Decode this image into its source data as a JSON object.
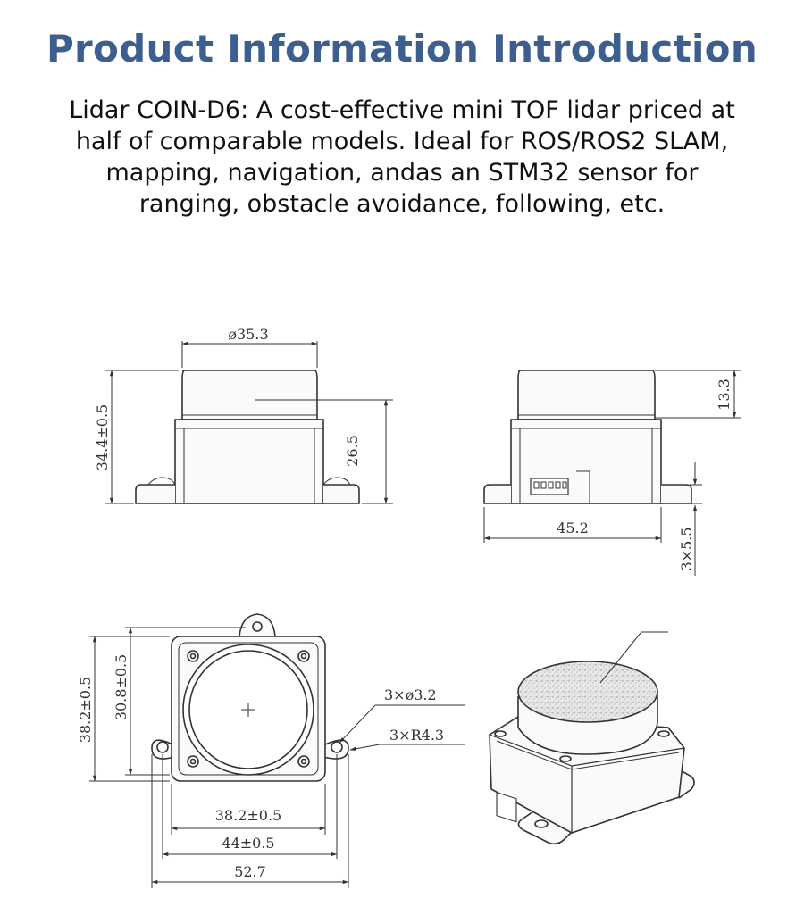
{
  "title": "Product Information Introduction",
  "description_lines": [
    "Lidar COIN-D6: A cost-effective mini TOF lidar priced at",
    "half of comparable models. Ideal for ROS/ROS2 SLAM,",
    "mapping, navigation, andas an STM32 sensor for",
    "ranging, obstacle avoidance, following, etc."
  ],
  "dimensions": {
    "front_diameter": "ø35.3",
    "front_height_total": "34.4±0.5",
    "front_body_height": "26.5",
    "side_cap_height": "13.3",
    "side_width": "45.2",
    "side_foot": "3×5.5",
    "top_hole": "3×ø3.2",
    "top_radius": "3×R4.3",
    "top_height_outer": "38.2±0.5",
    "top_height_inner": "30.8±0.5",
    "top_width_inner": "38.2±0.5",
    "top_width_mid": "44±0.5",
    "top_width_outer": "52.7"
  }
}
